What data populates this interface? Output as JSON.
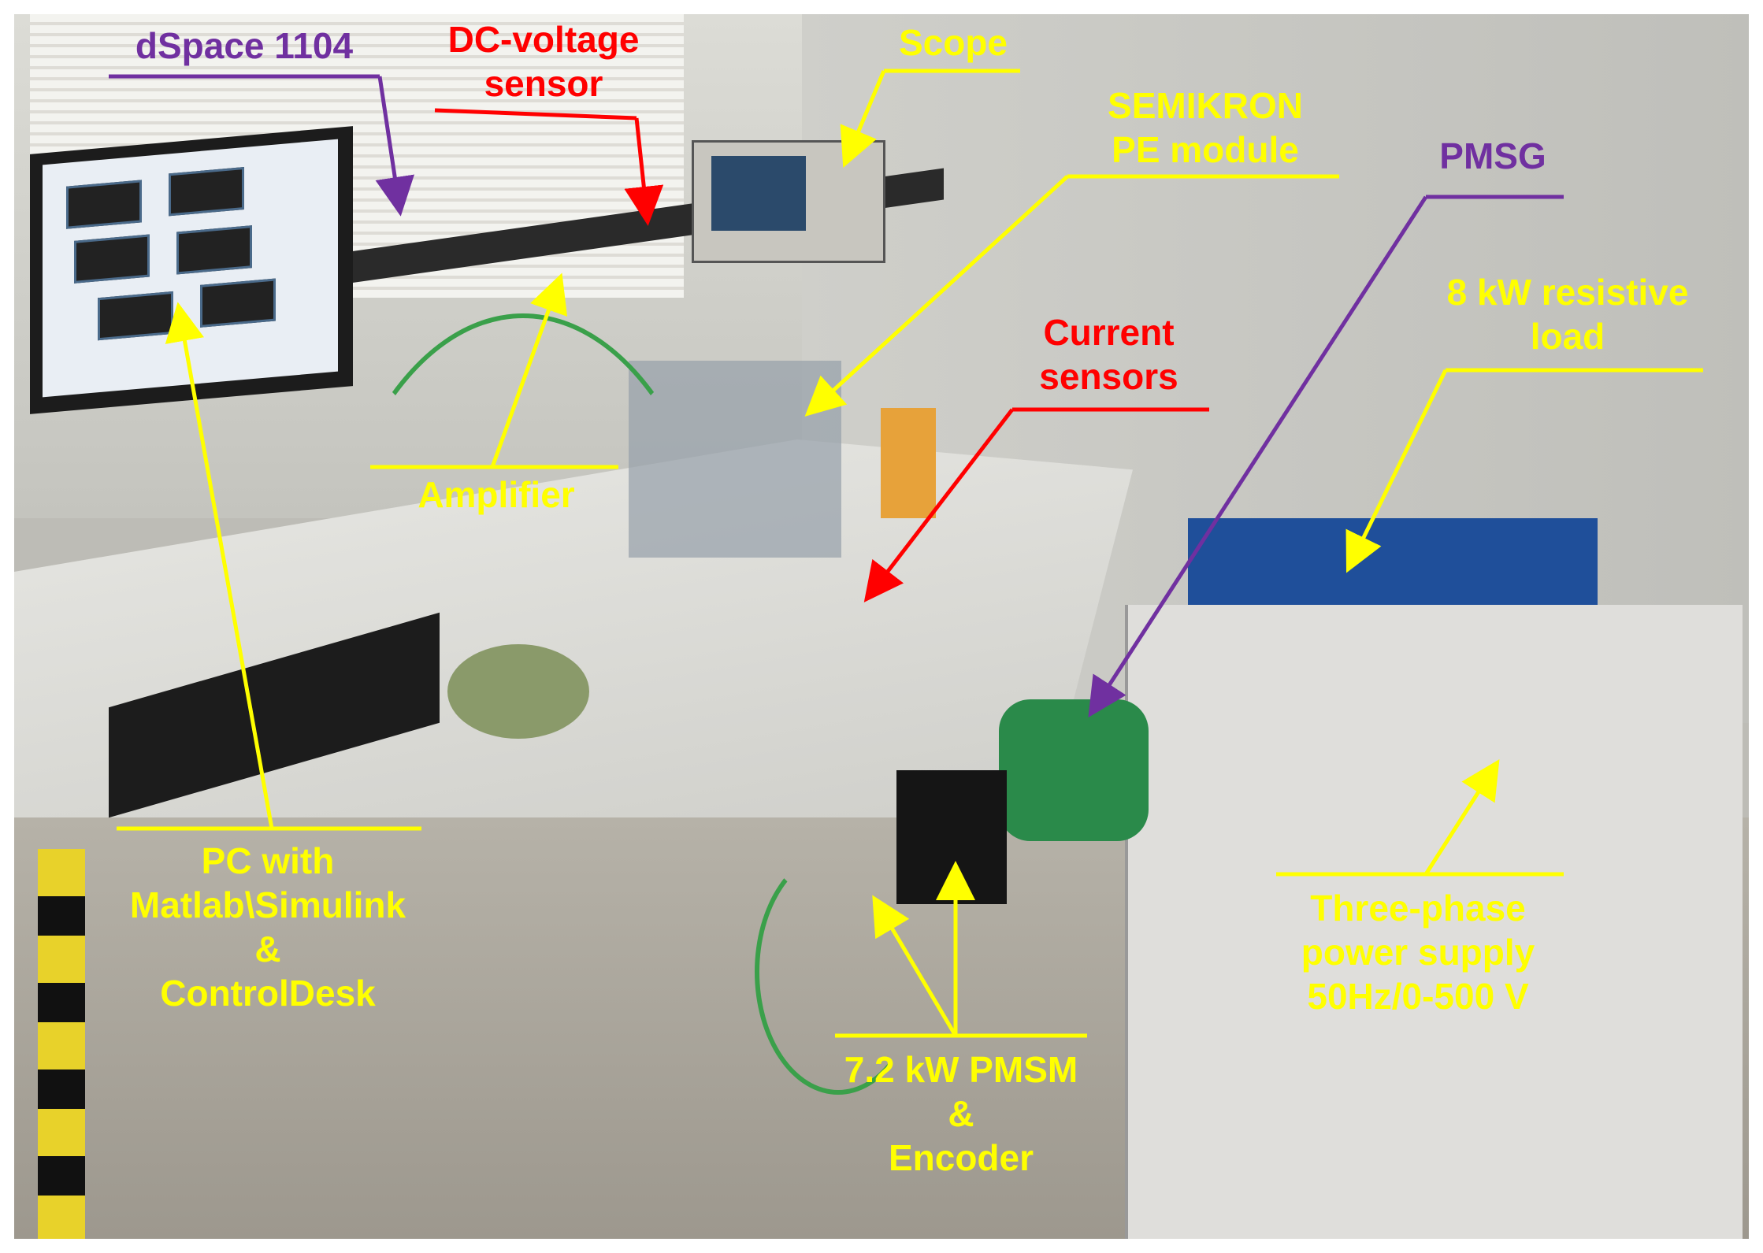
{
  "labels": {
    "dspace": "dSpace 1104",
    "dc_voltage": "DC-voltage\nsensor",
    "scope": "Scope",
    "semikron": "SEMIKRON\nPE module",
    "pmsg": "PMSG",
    "resistive_load": "8 kW resistive\nload",
    "current_sensors": "Current\nsensors",
    "amplifier": "Amplifier",
    "pc": "PC with\nMatlab\\Simulink\n&\nControlDesk",
    "pmsm": "7.2 kW PMSM\n&\nEncoder",
    "power_supply": "Three-phase\npower supply\n50Hz/0-500 V"
  },
  "colors": {
    "yellow": "#ffff00",
    "red": "#ff0000",
    "purple": "#7030a0"
  }
}
